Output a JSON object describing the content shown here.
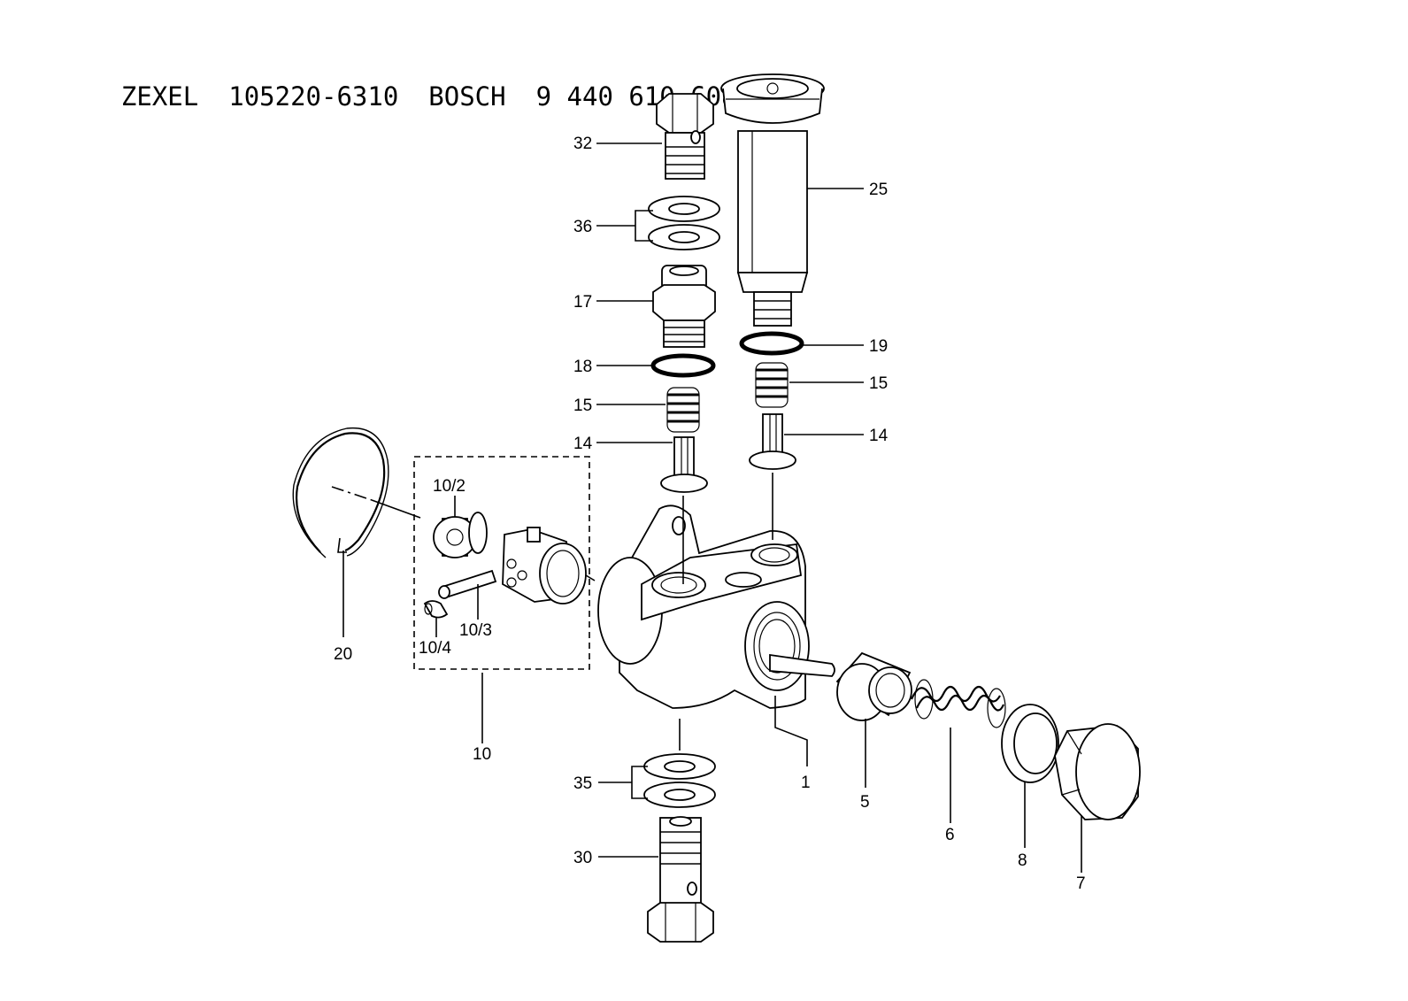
{
  "title": {
    "maker": "ZEXEL",
    "zexel_number": "105220-6310",
    "oem": "BOSCH",
    "oem_number": "9 440 610 608"
  },
  "labels": {
    "p32": "32",
    "p36": "36",
    "p17": "17",
    "p18": "18",
    "p15a": "15",
    "p14a": "14",
    "p25": "25",
    "p19": "19",
    "p15b": "15",
    "p14b": "14",
    "p10_2": "10/2",
    "p10_3": "10/3",
    "p10_4": "10/4",
    "p20": "20",
    "p10": "10",
    "p1": "1",
    "p5": "5",
    "p6": "6",
    "p8": "8",
    "p7": "7",
    "p35": "35",
    "p30": "30"
  }
}
